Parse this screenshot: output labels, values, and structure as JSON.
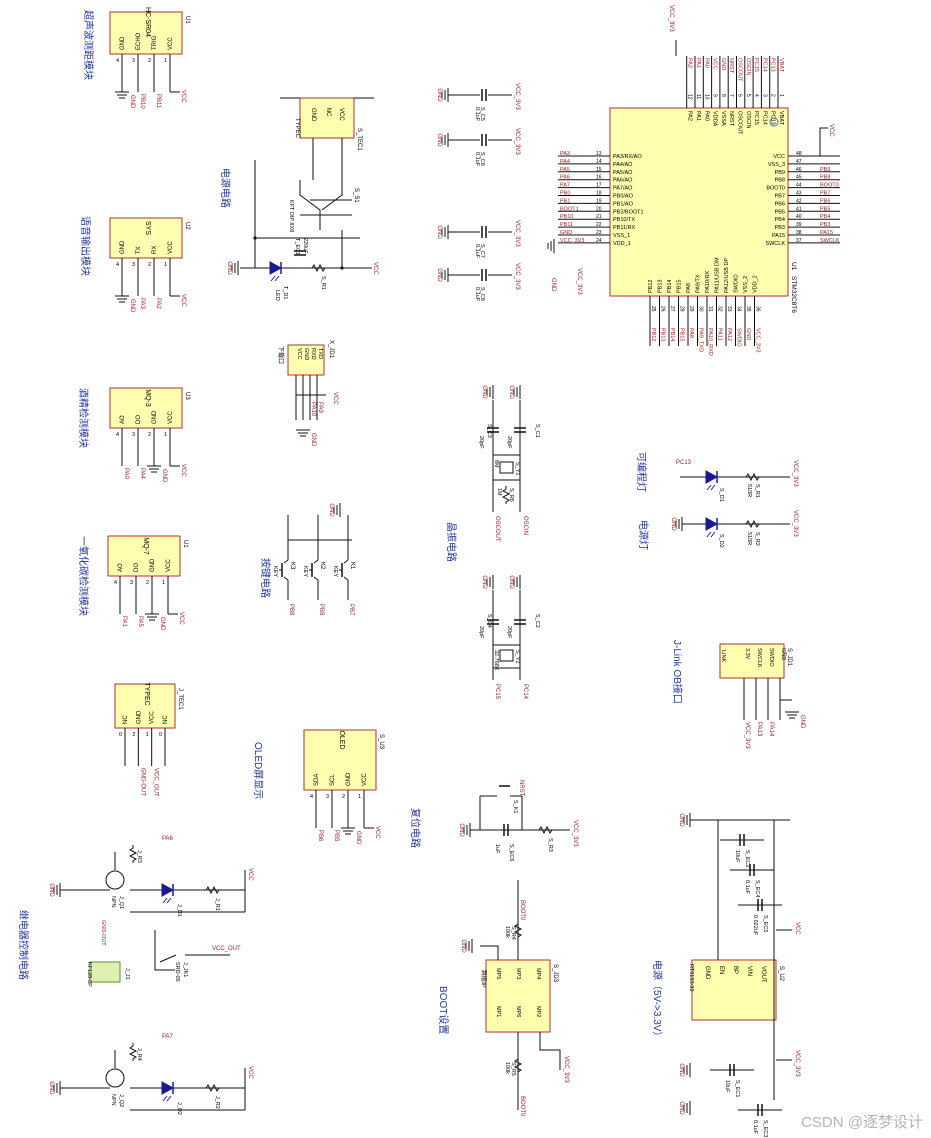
{
  "colors": {
    "wire": "#101010",
    "chip_fill": "#ffffb0",
    "chip_stroke": "#b03030",
    "net": "#9a1c1c",
    "title": "#223399",
    "label": "#000000",
    "led": "#1a1a99",
    "watermark": "#b5b5b5"
  },
  "mcu": {
    "name": "STM32C8T6",
    "ref": "U1",
    "vcc_net": "VCC_3V3",
    "pins_top": [
      "VBAT",
      "PC13",
      "PC14",
      "PC15",
      "OSCIN",
      "OSCOUT",
      "NRST",
      "VSSA",
      "VDDA",
      "PA0",
      "PA1",
      "PA2"
    ],
    "pins_top_nums": [
      "1",
      "2",
      "3",
      "4",
      "5",
      "6",
      "7",
      "8",
      "9",
      "10",
      "11",
      "12"
    ],
    "pins_top_nets": [
      "VBAT",
      "PC13",
      "PC14",
      "PC15",
      "OSCIN",
      "OSCOUT",
      "NRST",
      "GND",
      "VCC",
      "PA0",
      "PA1",
      "PA2"
    ],
    "pins_left": [
      "PA3/RX/AO",
      "PA4/AO",
      "PA5/AO",
      "PA6/AO",
      "PA7/AO",
      "PB0/AO",
      "PB1/AO",
      "PB2/BOOT1",
      "PB10/TX",
      "PB11/RX",
      "VSS_1",
      "VDD_1"
    ],
    "pins_left_nums": [
      "13",
      "14",
      "15",
      "16",
      "17",
      "18",
      "19",
      "20",
      "21",
      "22",
      "23",
      "24"
    ],
    "pins_left_nets": [
      "PA3",
      "PA4",
      "PA5",
      "PA6",
      "PA7",
      "PB0",
      "PB1",
      "BOOT1",
      "PB10",
      "PB11",
      "GND",
      "VCC_3V3"
    ],
    "pins_right": [
      "VCC",
      "VSS_3",
      "PB9",
      "PB8",
      "BOOT0",
      "PB7",
      "PB6",
      "PB5",
      "PB4",
      "PB3",
      "PA15",
      "SWCLK"
    ],
    "pins_right_nums": [
      "48",
      "47",
      "46",
      "45",
      "44",
      "43",
      "42",
      "41",
      "40",
      "39",
      "38",
      "37"
    ],
    "pins_right_nets": [
      "",
      "",
      "PB9",
      "PB8",
      "BOOT0",
      "PB7",
      "PB6",
      "PB5",
      "PB4",
      "PB3",
      "PA15",
      "SWCLK"
    ],
    "pins_bottom": [
      "PB12",
      "PB13",
      "PB14",
      "PB15",
      "PA8",
      "PA9/TX",
      "PA10/RX",
      "PA11/USB DM",
      "PA12/USB DP",
      "SWDIO",
      "VSS_2",
      "VDD_2"
    ],
    "pins_bottom_nums": [
      "25",
      "26",
      "27",
      "28",
      "29",
      "30",
      "31",
      "32",
      "33",
      "34",
      "35",
      "36"
    ],
    "pins_bottom_nets": [
      "PB12",
      "PB13",
      "PB14",
      "PB15",
      "PA8",
      "PA9_TXD",
      "PA10_RXD",
      "PA11",
      "PA12",
      "SWDIO",
      "GND",
      "VCC_3V3"
    ]
  },
  "modules": {
    "hcsr04": {
      "title": "超声波测距模块",
      "chip": "HC-SR04",
      "ref": "U1",
      "pins": [
        "GND",
        "ECHO",
        "TRIG",
        "VCC"
      ],
      "nums": [
        "4",
        "3",
        "2",
        "1"
      ],
      "nets": [
        "GND",
        "PB10",
        "PB11",
        "VCC"
      ]
    },
    "voice": {
      "title": "语音输出模块",
      "chip": "SYS",
      "ref": "U2",
      "pins": [
        "GND",
        "TX",
        "RX",
        "VCC"
      ],
      "nums": [
        "4",
        "3",
        "2",
        "1"
      ],
      "nets": [
        "GND",
        "PA3",
        "PA2",
        "VCC"
      ]
    },
    "alcohol": {
      "title": "酒精检测模块",
      "chip": "MQ-3",
      "ref": "U3",
      "pins": [
        "AO",
        "DO",
        "GND",
        "VCC"
      ],
      "nums": [
        "4",
        "3",
        "2",
        "1"
      ],
      "nets": [
        "PA0",
        "PA4",
        "GND",
        "VCC"
      ]
    },
    "co": {
      "title": "一氧化碳检测模块",
      "chip": "MQ-7",
      "ref": "U1",
      "pins": [
        "AO",
        "DO",
        "GND",
        "VCC"
      ],
      "nums": [
        "4",
        "3",
        "2",
        "1"
      ],
      "nets": [
        "PA1",
        "PA5",
        "GND",
        "VCC"
      ]
    },
    "typec2": {
      "chip": "TYPEC",
      "ref": "J_TEC1",
      "pins": [
        "NC",
        "GND",
        "VCC",
        "NC"
      ],
      "nums": [
        "0",
        "2",
        "1",
        "0"
      ],
      "nets": [
        "",
        "GND-OUT",
        "VCC_OUT",
        ""
      ]
    },
    "oled": {
      "title": "OLED屏显示",
      "chip": "OLED",
      "ref": "S_U3",
      "pins": [
        "SDA",
        "SCL",
        "GND",
        "VCC"
      ],
      "nums": [
        "4",
        "3",
        "2",
        "1"
      ],
      "nets": [
        "PB6",
        "PB5",
        "GND",
        "VCC"
      ]
    }
  },
  "power_circuit": {
    "title": "电源电路",
    "typec_chip": "TYPEC",
    "typec_ref": "S_TEC1",
    "typec_pins": [
      "NC",
      "GND",
      "VCC",
      "NC"
    ],
    "switch_ref": "S_S1",
    "switch_part": "KFT DIP 8X8",
    "cap_ref": "T_EC1",
    "cap_val": "220uF",
    "led_ref": "T_D1",
    "led_val": "LED",
    "res_ref": "S_R1",
    "res_val": "1K",
    "net_gnd": "GND",
    "net_vcc": "VCC"
  },
  "uart_header": {
    "ref": "X_JD1",
    "label": "下载口",
    "pins": [
      "VCC",
      "GND",
      "RXD",
      "TXD"
    ],
    "nets": [
      "VCC",
      "GND",
      "PA10",
      "PA9"
    ]
  },
  "key_circuit": {
    "title": "按键电路",
    "keys": [
      {
        "ref": "K1",
        "part": "KEY",
        "net": "PB7"
      },
      {
        "ref": "K2",
        "part": "KEY",
        "net": "PB8"
      },
      {
        "ref": "K3",
        "part": "KEY",
        "net": "PB9"
      }
    ],
    "net_gnd": "GND"
  },
  "decoupling": {
    "caps": [
      {
        "ref": "S_C5",
        "val": "0.1uF",
        "net": "VCC_3V3"
      },
      {
        "ref": "S_C6",
        "val": "0.1uF",
        "net": "VCC_3V3"
      },
      {
        "ref": "S_C7",
        "val": "0.1uF",
        "net": "VCC_3V3"
      },
      {
        "ref": "S_C8",
        "val": "0.1uF",
        "net": "VCC_3V3"
      }
    ],
    "net_gnd": "GND"
  },
  "crystal1": {
    "title": "晶振电路",
    "c1": "S_C1",
    "c1_val": "20pF",
    "c3": "S_C3",
    "c3_val": "20pF",
    "xtal": "S_Y1",
    "xtal_val": "8M",
    "res": "S_R6",
    "res_val": "1M",
    "net_in": "OSCIN",
    "net_out": "OSCOUT"
  },
  "crystal2": {
    "c2": "S_C2",
    "c2_val": "20pF",
    "c4": "S_C4",
    "c4_val": "20pF",
    "xtal": "S_Y2",
    "xtal_val": "32.768K",
    "net_a": "PC14",
    "net_b": "PC15"
  },
  "leds": {
    "prog": {
      "title": "可编程灯",
      "net": "PC13",
      "led": "S_D1",
      "res": "S_R1",
      "res_val": "510R",
      "vcc": "VCC_3V3"
    },
    "power": {
      "title": "电源灯",
      "led": "S_D2",
      "res": "S_R2",
      "res_val": "510R",
      "vcc": "VCC_3V3"
    }
  },
  "jlink": {
    "title": "J-Link OB接口",
    "ref": "S_JD1",
    "chip": "LINK",
    "pins": [
      "3.3V",
      "SWCLK",
      "SWDIO",
      "GND"
    ],
    "nets": [
      "VCC_3V3",
      "PA13",
      "PA14",
      "GND"
    ]
  },
  "reset": {
    "title": "复位电路",
    "key": "S_K1",
    "key_part": "KEY",
    "cap": "S_EC6",
    "cap_val": "1uF",
    "res": "S_R3",
    "res_val": "10K",
    "net": "NRST",
    "vcc": "VCC_3V3"
  },
  "relay": {
    "title": "继电器控制电路",
    "units": [
      {
        "q": "J_Q1",
        "q_part": "NPN",
        "r_base": "J_R3",
        "r_base_val": "1K",
        "ctrl": "PA6",
        "led": "J_D1",
        "r_led": "J_R1",
        "r_led_val": "1K",
        "relay": "J_JK1",
        "relay_part": "SRD-05",
        "net_out": "VCC_OUT",
        "conn": "J_J1",
        "conn_part": "KF128-3P"
      },
      {
        "q": "J_Q2",
        "q_part": "NPN",
        "r_base": "J_R4",
        "r_base_val": "1K",
        "ctrl": "PA7",
        "led": "J_D2",
        "r_led": "J_R2",
        "r_led_val": "1K"
      }
    ],
    "net_gnd": "GND",
    "net_vcc": "VCC",
    "net_gnd_out": "GND-OUT"
  },
  "boot": {
    "title": "BOOT设置",
    "ref": "S_JD3",
    "part": "跳帽3P",
    "pins": [
      "MP5",
      "MP3",
      "MP4",
      "MP1",
      "MP6",
      "MP2"
    ],
    "r4": "S_R4",
    "r4_val": "100k",
    "r5": "S_R5",
    "r5_val": "100k",
    "net_boot0": "BOOT0",
    "net_boot1": "BOOT0",
    "vcc": "VCC_3V3",
    "gnd": "GND"
  },
  "regulator": {
    "title": "电源（5V->3.3V）",
    "ref": "S_U2",
    "part": "RT9193-33",
    "pins": [
      "GND",
      "EN",
      "BP",
      "VIN",
      "VOUT"
    ],
    "caps": [
      {
        "ref": "S_EC2",
        "val": "10uF"
      },
      {
        "ref": "S_EC4",
        "val": "0.1uF"
      },
      {
        "ref": "S_EC5",
        "val": "0.022uF"
      },
      {
        "ref": "S_EC1",
        "val": "10uF"
      },
      {
        "ref": "S_EC3",
        "val": "0.1uF"
      }
    ],
    "vin": "VCC",
    "vout": "VCC_3V3"
  },
  "watermark": "CSDN @逐梦设计"
}
